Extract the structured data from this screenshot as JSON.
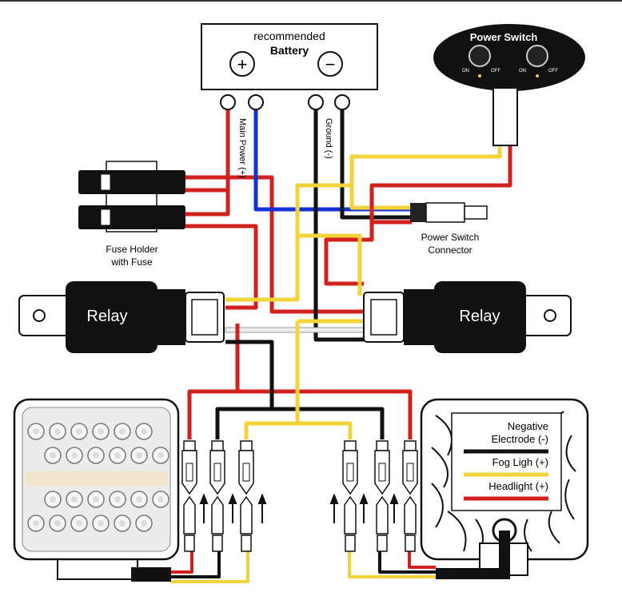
{
  "battery": {
    "recommended": "recommended",
    "title": "Battery",
    "plus": "+",
    "minus": "−"
  },
  "power_switch": {
    "title": "Power Switch",
    "on": "ON",
    "off": "OFF"
  },
  "wire_labels": {
    "main_power": "Main Power (+)",
    "ground": "Ground (-)"
  },
  "fuse_holder": {
    "line1": "Fuse Holder",
    "line2": "with Fuse"
  },
  "power_switch_connector": {
    "line1": "Power Switch",
    "line2": "Connector"
  },
  "relays": {
    "left": "Relay",
    "right": "Relay"
  },
  "legend": {
    "negative_line1": "Negative",
    "negative_line2": "Electrode (-)",
    "fog": "Fog Ligh (+)",
    "headlight": "Headlight (+)"
  },
  "colors": {
    "red": "#d0211c",
    "yellow": "#f2d43a",
    "blue": "#1431d6",
    "black": "#111111"
  }
}
